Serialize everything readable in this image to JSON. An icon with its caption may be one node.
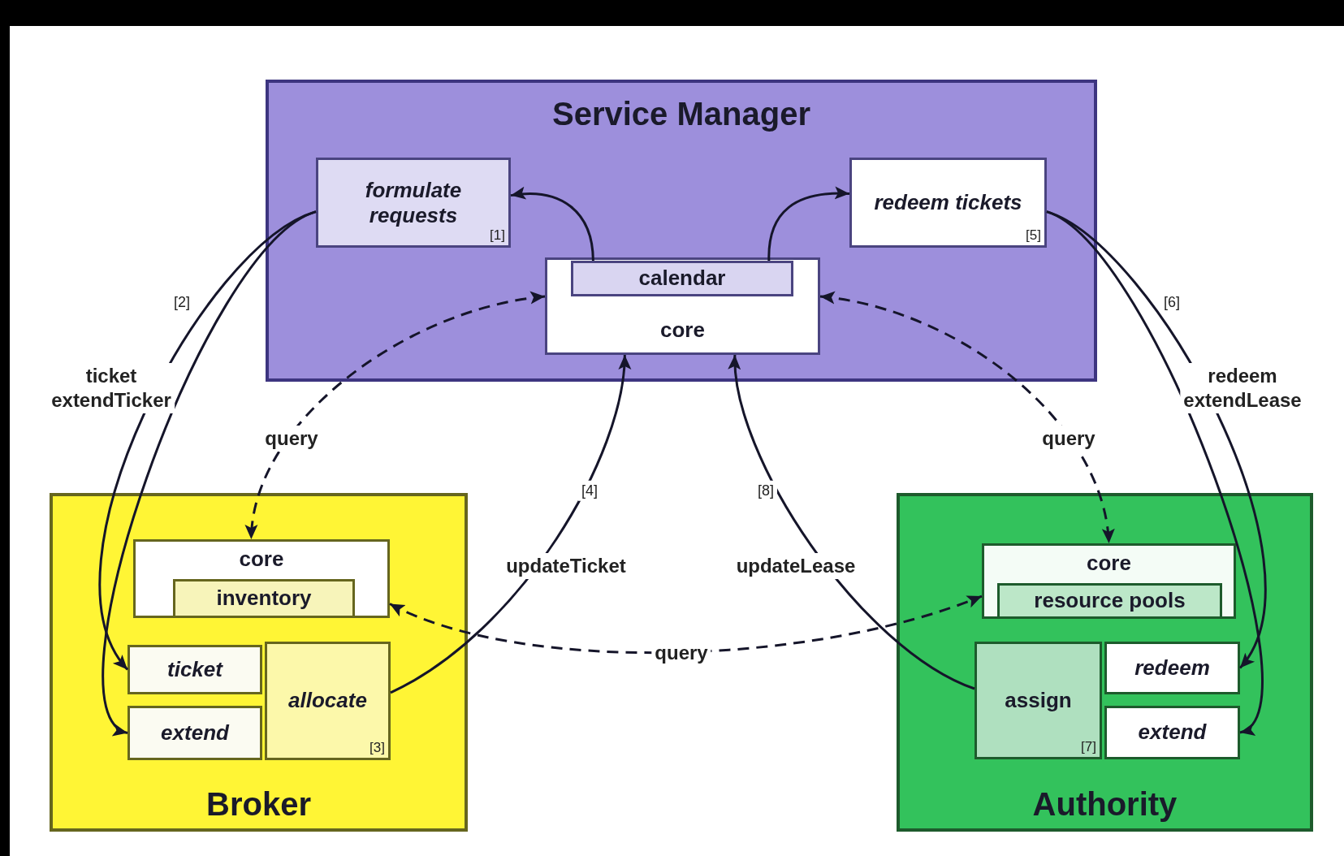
{
  "diagram": {
    "nodes": [
      {
        "text": [
          "Service Manager"
        ]
      },
      {
        "text": [
          "formulate requests",
          "[1]"
        ],
        "in": 0
      },
      {
        "text": [
          "redeem tickets",
          "[5]"
        ],
        "in": 0
      },
      {
        "text": [
          "core"
        ],
        "in": 0
      },
      {
        "text": [
          "calendar"
        ],
        "in": 3
      },
      {
        "text": [
          "Broker"
        ]
      },
      {
        "text": [
          "core"
        ],
        "in": 5
      },
      {
        "text": [
          "inventory"
        ],
        "in": 6
      },
      {
        "text": [
          "ticket"
        ],
        "in": 5
      },
      {
        "text": [
          "extend"
        ],
        "in": 5
      },
      {
        "text": [
          "allocate",
          "[3]"
        ],
        "in": 5
      },
      {
        "text": [
          "Authority"
        ]
      },
      {
        "text": [
          "core"
        ],
        "in": 11
      },
      {
        "text": [
          "resource pools"
        ],
        "in": 12
      },
      {
        "text": [
          "assign",
          "[7]"
        ],
        "in": 11
      },
      {
        "text": [
          "redeem"
        ],
        "in": 11
      },
      {
        "text": [
          "extend"
        ],
        "in": 11
      }
    ],
    "edges": [
      {
        "from": 4,
        "to": 1,
        "arrow": "to"
      },
      {
        "from": 4,
        "to": 2,
        "arrow": "to"
      },
      {
        "from": 1,
        "to": 8,
        "arrow": "to",
        "label": "ticket extendTicker"
      },
      {
        "from": 1,
        "to": 9,
        "arrow": "to"
      },
      {
        "from": 2,
        "to": 15,
        "arrow": "to",
        "label": "redeem extendLease"
      },
      {
        "from": 2,
        "to": 16,
        "arrow": "to"
      },
      {
        "from": 10,
        "to": 3,
        "arrow": "to",
        "label": "updateTicket"
      },
      {
        "from": 14,
        "to": 3,
        "arrow": "to",
        "label": "updateLease"
      },
      {
        "from": 3,
        "to": 6,
        "arrow": "both",
        "label": "query",
        "style": "dashed"
      },
      {
        "from": 3,
        "to": 12,
        "arrow": "both",
        "label": "query",
        "style": "dashed"
      },
      {
        "from": 6,
        "to": 12,
        "arrow": "both",
        "label": "query",
        "style": "dashed"
      }
    ],
    "labels": [
      "[2]",
      "[6]",
      "[4]",
      "[8]"
    ]
  }
}
